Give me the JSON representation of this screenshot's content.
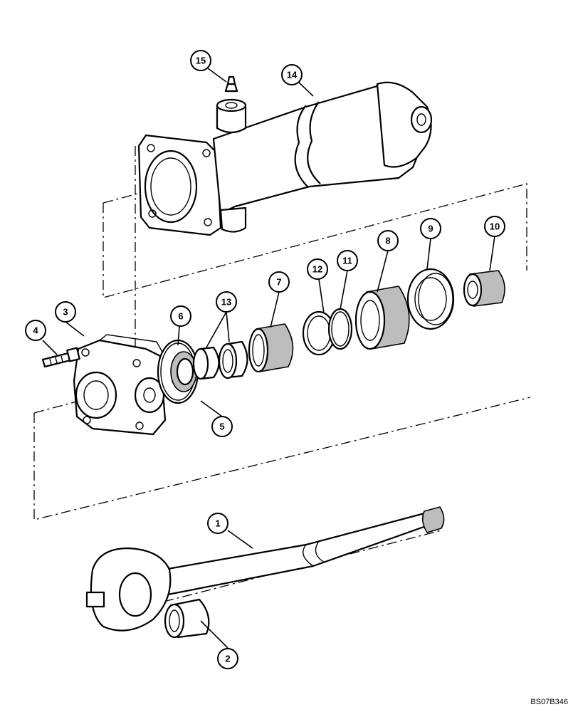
{
  "diagram": {
    "callouts": [
      {
        "id": "c1",
        "label": "1"
      },
      {
        "id": "c2",
        "label": "2"
      },
      {
        "id": "c3",
        "label": "3"
      },
      {
        "id": "c4",
        "label": "4"
      },
      {
        "id": "c5",
        "label": "5"
      },
      {
        "id": "c6",
        "label": "6"
      },
      {
        "id": "c7",
        "label": "7"
      },
      {
        "id": "c8",
        "label": "8"
      },
      {
        "id": "c9",
        "label": "9"
      },
      {
        "id": "c10",
        "label": "10"
      },
      {
        "id": "c11",
        "label": "11"
      },
      {
        "id": "c12",
        "label": "12"
      },
      {
        "id": "c13",
        "label": "13"
      },
      {
        "id": "c14",
        "label": "14"
      },
      {
        "id": "c15",
        "label": "15"
      }
    ],
    "reference_code": "BS07B346"
  }
}
